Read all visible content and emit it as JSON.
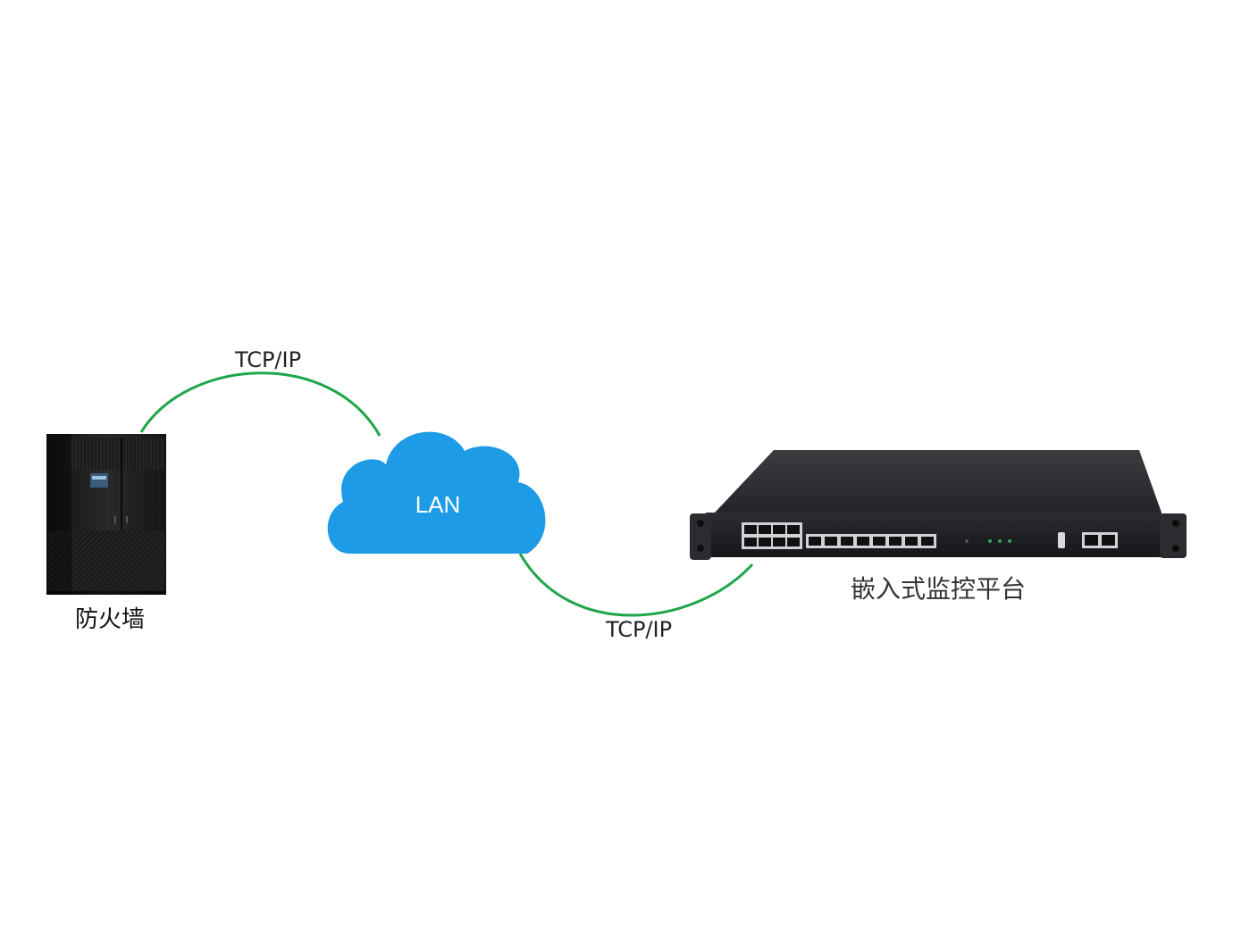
{
  "nodes": {
    "firewall": {
      "label": "防火墙"
    },
    "lan": {
      "label": "LAN"
    },
    "monitor_platform": {
      "label": "嵌入式监控平台"
    }
  },
  "links": [
    {
      "from": "firewall",
      "to": "lan",
      "label": "TCP/IP"
    },
    {
      "from": "lan",
      "to": "monitor_platform",
      "label": "TCP/IP"
    }
  ],
  "colors": {
    "link": "#1fa64a",
    "cloud": "#1e9be6",
    "device": "#1f1f1f"
  }
}
